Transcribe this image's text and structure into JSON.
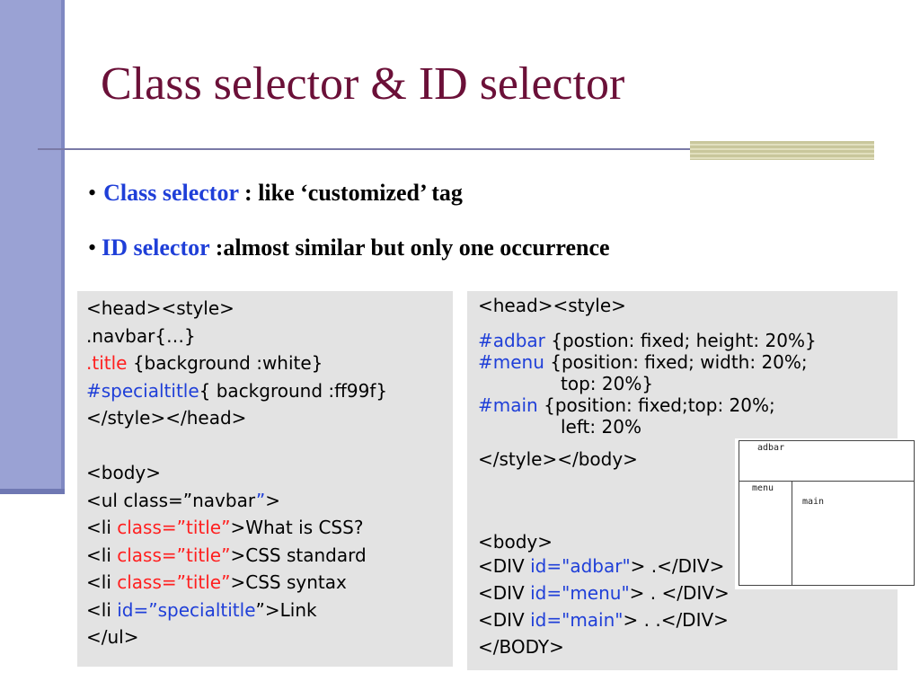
{
  "slide": {
    "title": "Class selector & ID selector"
  },
  "bullets": [
    {
      "term": "Class selector",
      "text": " : like ‘customized’ tag"
    },
    {
      "term": "ID selector",
      "text": " :almost similar but only one occurrence"
    }
  ],
  "left_code": {
    "l1": "<head><style>",
    "l2": ".navbar{…}",
    "l3_sel": ".title",
    "l3_rest": " {background :white}",
    "l4_sel": "#specialtitle",
    "l4_rest": "{ background :ff99f}",
    "l5": "</style></head>",
    "l6": "<body>",
    "l7_a": "<ul class=”navbar",
    "l7_b": "”",
    "l7_c": ">",
    "li_open": "<li ",
    "li_class": "class=”title”",
    "l8_text": ">What is CSS?",
    "l9_text": ">CSS standard",
    "l10_text": ">CSS syntax",
    "l11_id": "id=”specialtitle",
    "l11_text": "”>Link",
    "l12": "</ul>"
  },
  "right_code": {
    "r1": "<head><style>",
    "r2_sel": "#adbar",
    "r2_rest": " {postion: fixed; height: 20%}",
    "r3_sel": "#menu",
    "r3_rest": " {position: fixed; width: 20%;",
    "r4": "top: 20%}",
    "r5_sel": "#main",
    "r5_rest": " {position: fixed;top: 20%;",
    "r6": "left: 20%",
    "r7": "</style></body>",
    "r8": "<body>",
    "div_open": "<DIV ",
    "r9_id": "id=\"adbar\"",
    "r9_rest": "> .</DIV>",
    "r10_id": "id=\"menu\"",
    "r10_rest": "> . </DIV>",
    "r11_id": "id=\"main\"",
    "r11_rest": "> . .</DIV>",
    "r12": "</BODY>"
  },
  "diagram": {
    "adbar": "adbar",
    "menu": "menu",
    "main": "main"
  },
  "colors": {
    "title": "#6b1038",
    "keyword_blue": "#1f3fd8",
    "keyword_red": "#ff1f1f",
    "sidebar": "#9aa2d4",
    "code_bg": "#e3e3e3"
  }
}
